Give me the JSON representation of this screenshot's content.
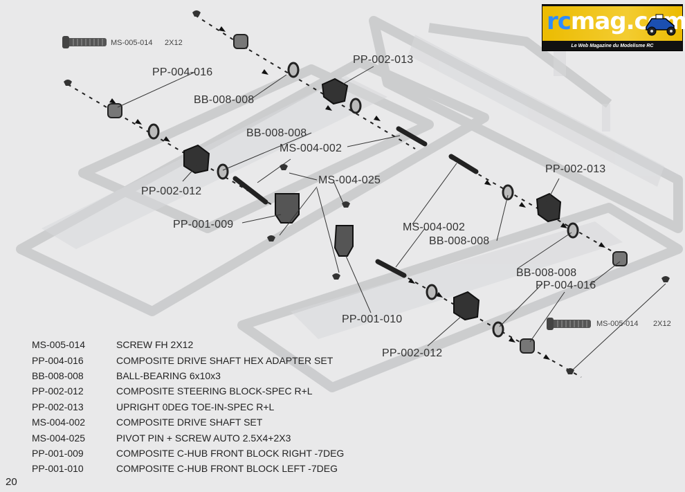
{
  "page_number": "20",
  "logo": {
    "brand_prefix": "rc",
    "brand_rest": "mag.com",
    "tagline": "Le Web Magazine du Modelisme RC"
  },
  "callouts": {
    "ms_005_014_top": "MS-005-014",
    "ms_005_014_top_size": "2X12",
    "pp_004_016_top": "PP-004-016",
    "bb_008_008_top": "BB-008-008",
    "pp_002_013_top": "PP-002-013",
    "bb_008_008_mid": "BB-008-008",
    "ms_004_002_top": "MS-004-002",
    "ms_004_025": "MS-004-025",
    "pp_002_012_left": "PP-002-012",
    "pp_001_009": "PP-001-009",
    "pp_002_013_right": "PP-002-013",
    "ms_004_002_right": "MS-004-002",
    "bb_008_008_right": "BB-008-008",
    "bb_008_008_lower": "BB-008-008",
    "pp_004_016_right": "PP-004-016",
    "pp_001_010": "PP-001-010",
    "ms_005_014_right": "MS-005-014",
    "ms_005_014_right_size": "2X12",
    "pp_002_012_right": "PP-002-012"
  },
  "parts_list": [
    {
      "code": "MS-005-014",
      "desc": "SCREW FH 2X12"
    },
    {
      "code": "PP-004-016",
      "desc": "COMPOSITE DRIVE SHAFT HEX ADAPTER SET"
    },
    {
      "code": "BB-008-008",
      "desc": "BALL-BEARING 6x10x3"
    },
    {
      "code": "PP-002-012",
      "desc": "COMPOSITE STEERING BLOCK-SPEC R+L"
    },
    {
      "code": "PP-002-013",
      "desc": "UPRIGHT 0DEG TOE-IN-SPEC R+L"
    },
    {
      "code": "MS-004-002",
      "desc": "COMPOSITE DRIVE SHAFT SET"
    },
    {
      "code": "MS-004-025",
      "desc": "PIVOT PIN + SCREW AUTO 2.5X4+2X3"
    },
    {
      "code": "PP-001-009",
      "desc": "COMPOSITE C-HUB FRONT BLOCK RIGHT -7DEG"
    },
    {
      "code": "PP-001-010",
      "desc": "COMPOSITE C-HUB FRONT BLOCK LEFT -7DEG"
    }
  ]
}
